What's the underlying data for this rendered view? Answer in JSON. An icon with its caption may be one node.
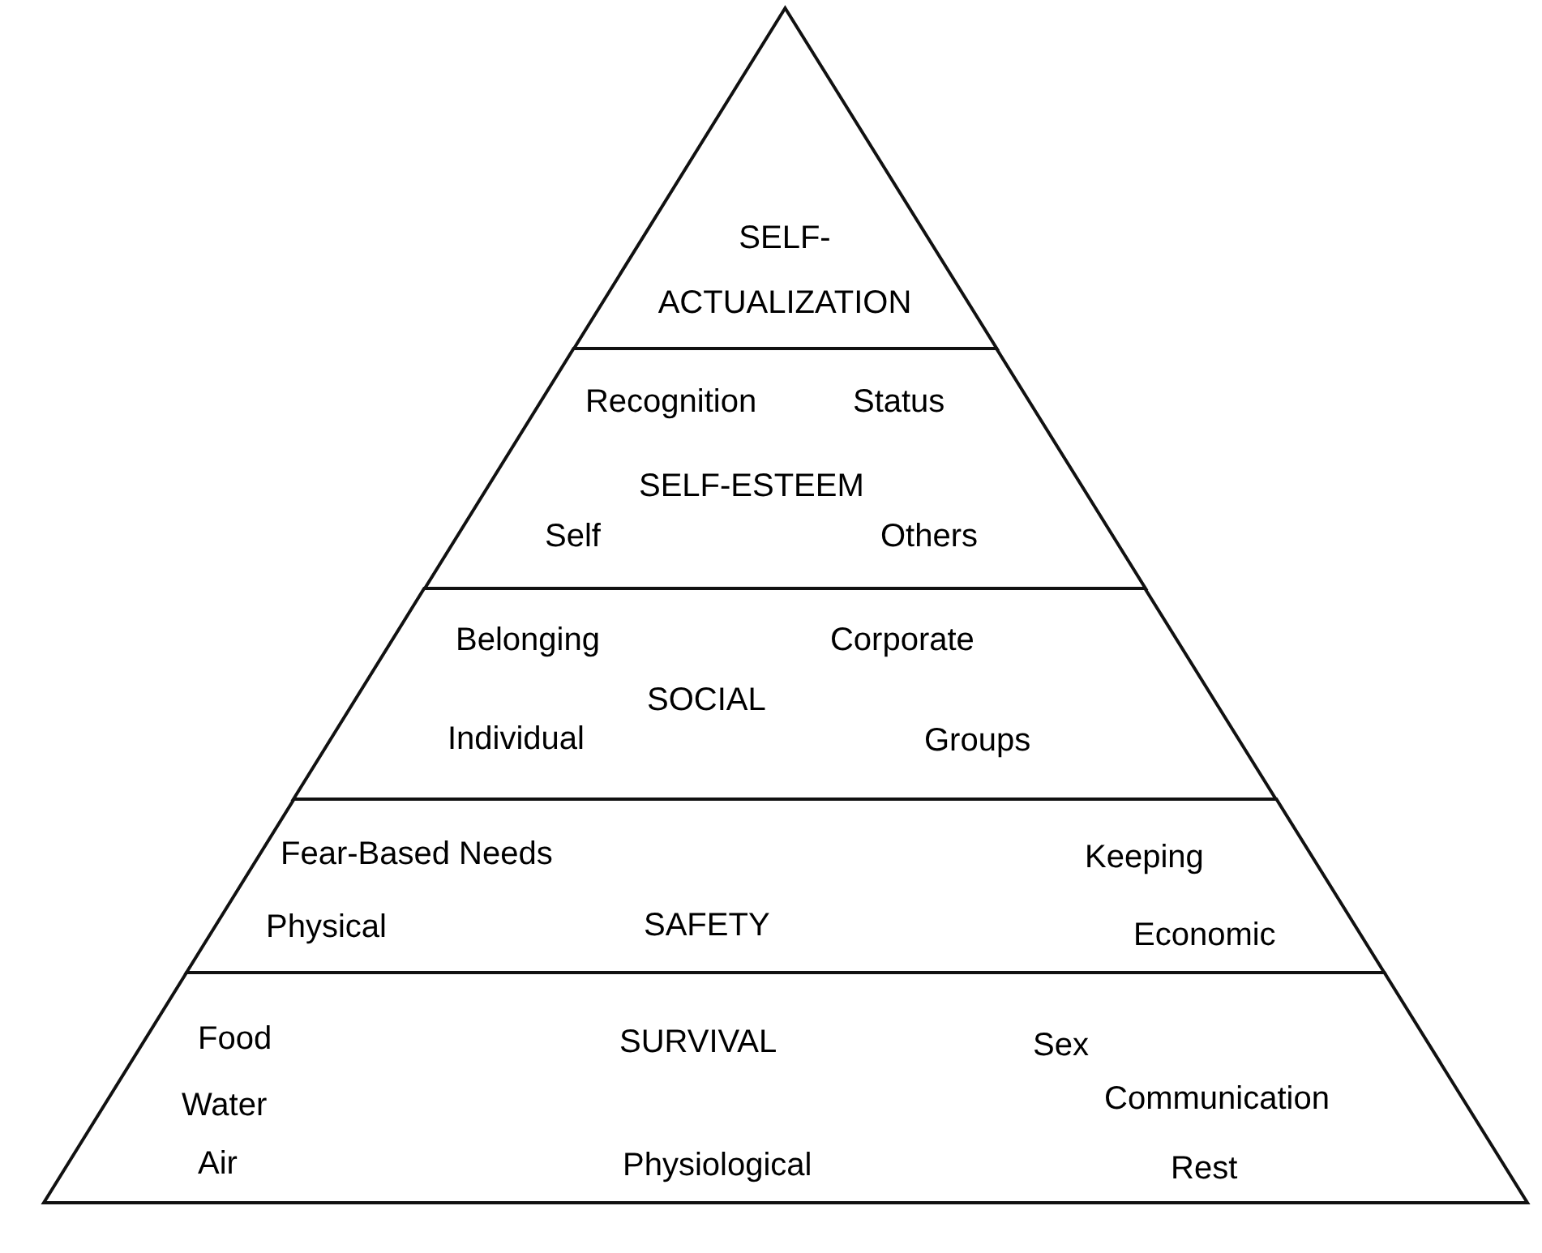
{
  "diagram": {
    "nodes": [
      {
        "text": [
          "SELF- ACTUALIZATION"
        ]
      },
      {
        "text": [
          "Recognition",
          "Status",
          "SELF-ESTEEM",
          "Self",
          "Others"
        ]
      },
      {
        "text": [
          "Belonging",
          "Corporate",
          "SOCIAL",
          "Individual",
          "Groups"
        ]
      },
      {
        "text": [
          "Fear-Based Needs",
          "Keeping",
          "Physical",
          "SAFETY",
          "Economic"
        ]
      },
      {
        "text": [
          "Food",
          "SURVIVAL",
          "Sex",
          "Water",
          "Communication",
          "Air",
          "Physiological",
          "Rest"
        ]
      }
    ]
  }
}
